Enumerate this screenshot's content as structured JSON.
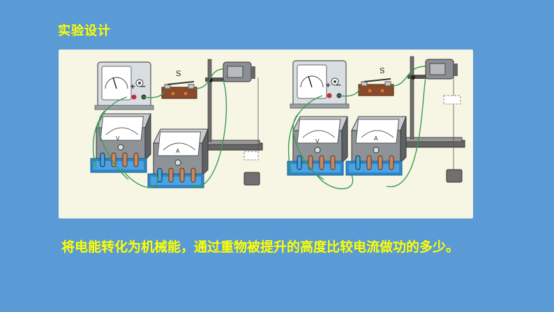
{
  "slide": {
    "title": "实验设计",
    "caption": "将电能转化为机械能，通过重物被提升的高度比较电流做功的多少。"
  },
  "apparatus": {
    "switch_label": "S",
    "voltmeter_letter": "V",
    "ammeter_letter": "A",
    "plus_sign": "+",
    "minus_sign": "−"
  },
  "colors": {
    "background": "#5B9BD5",
    "heading_text": "#FFFF00",
    "figure_bg": "#F7F6E4",
    "wire": "#3A9A55"
  }
}
